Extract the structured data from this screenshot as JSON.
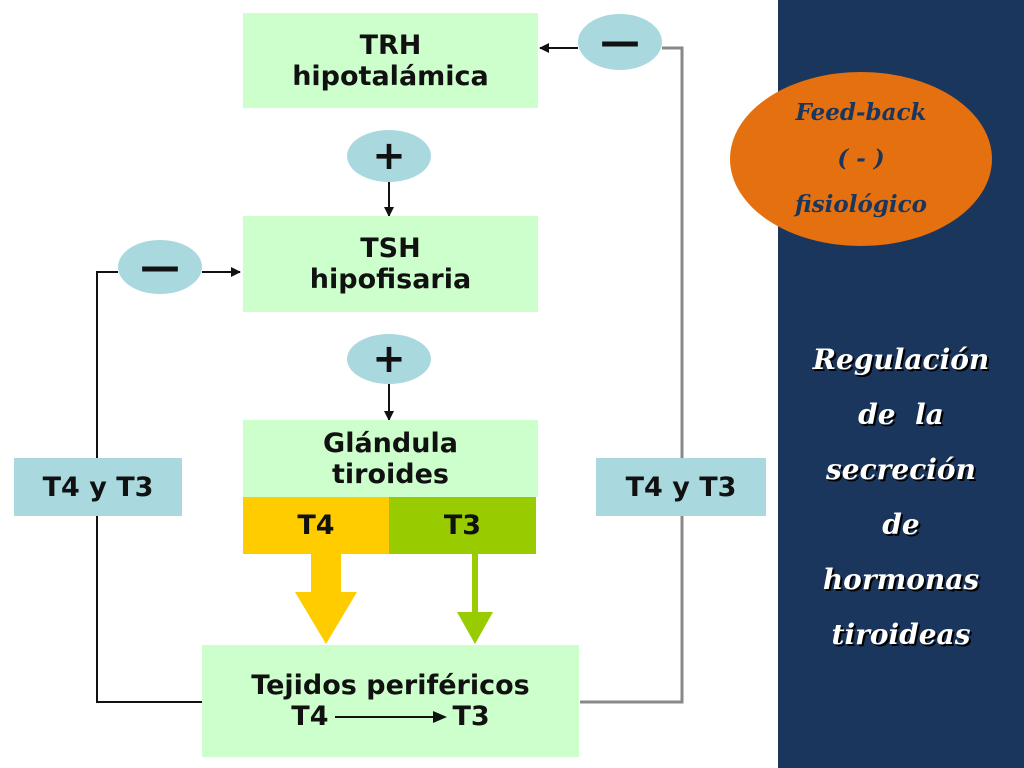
{
  "diagram": {
    "trh": {
      "line1": "TRH",
      "line2": "hipotalámica"
    },
    "tsh": {
      "line1": "TSH",
      "line2": "hipofisaria"
    },
    "gland": {
      "line1": "Glándula",
      "line2": "tiroides"
    },
    "t4_strip": "T4",
    "t3_strip": "T3",
    "tissues": {
      "line1": "Tejidos periféricos",
      "from": "T4",
      "to": "T3"
    },
    "left_feedback_label": "T4 y T3",
    "right_feedback_label": "T4 y T3",
    "plus_sign": "+",
    "minus_sign": "—"
  },
  "sidebar": {
    "bubble_lines": [
      "Feed-back",
      "( - )",
      "fisiológico"
    ],
    "title_lines": [
      "Regulación",
      "de  la",
      "secreción",
      "de",
      "hormonas",
      "tiroideas"
    ]
  },
  "colors": {
    "box_green": "#ccffcc",
    "sign_blue": "#a9d9df",
    "t4_yellow": "#ffcc00",
    "t3_green": "#99cc00",
    "panel_navy": "#1b365d",
    "bubble_orange": "#e5700f"
  }
}
